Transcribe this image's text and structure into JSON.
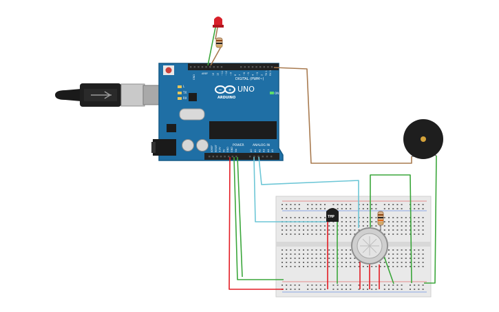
{
  "arduino": {
    "brand": "ARDUINO",
    "model": "UNO",
    "digital_header": "DIGITAL (PWM~)",
    "analog_header": "ANALOG IN",
    "power_header": "POWER",
    "led_tx": "TX",
    "led_rx": "RX",
    "led_l": "L",
    "led_on": "ON",
    "aref": "AREF",
    "gnd": "GND",
    "digital_pins": [
      "13",
      "12",
      "~11",
      "~10",
      "~9",
      "8",
      "7",
      "~6",
      "~5",
      "4",
      "~3",
      "2",
      "TX 1",
      "RX 0"
    ],
    "power_pins": [
      "IOREF",
      "RESET",
      "3.3V",
      "5V",
      "GND",
      "GND",
      "Vin"
    ],
    "analog_pins": [
      "A0",
      "A1",
      "A2",
      "A3",
      "A4",
      "A5"
    ]
  },
  "sensor": {
    "label": "TMP"
  },
  "colors": {
    "board": "#1f6fa5",
    "wire_red": "#e31b23",
    "wire_green": "#3aa63a",
    "wire_brown": "#a87a4f",
    "wire_cyan": "#6cc6d6",
    "led_red": "#d8202a",
    "buzzer": "#1e1e1e",
    "breadboard": "#e9e9e9"
  }
}
